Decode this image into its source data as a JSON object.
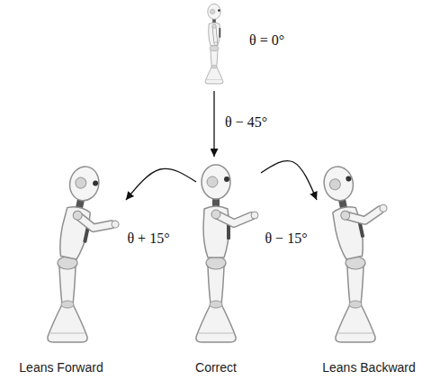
{
  "diagram": {
    "nodes": [
      {
        "text": [
          "θ = 0°"
        ]
      },
      {
        "text": [
          "Leans Forward"
        ]
      },
      {
        "text": [
          "Correct"
        ]
      },
      {
        "text": [
          "Leans Backward"
        ]
      }
    ],
    "edges": [
      {
        "from": 0,
        "to": 2,
        "arrow": "to",
        "label": "θ − 45°"
      },
      {
        "from": 2,
        "to": 1,
        "arrow": "to",
        "label": "θ + 15°"
      },
      {
        "from": 2,
        "to": 3,
        "arrow": "to",
        "label": "θ − 15°"
      }
    ]
  }
}
